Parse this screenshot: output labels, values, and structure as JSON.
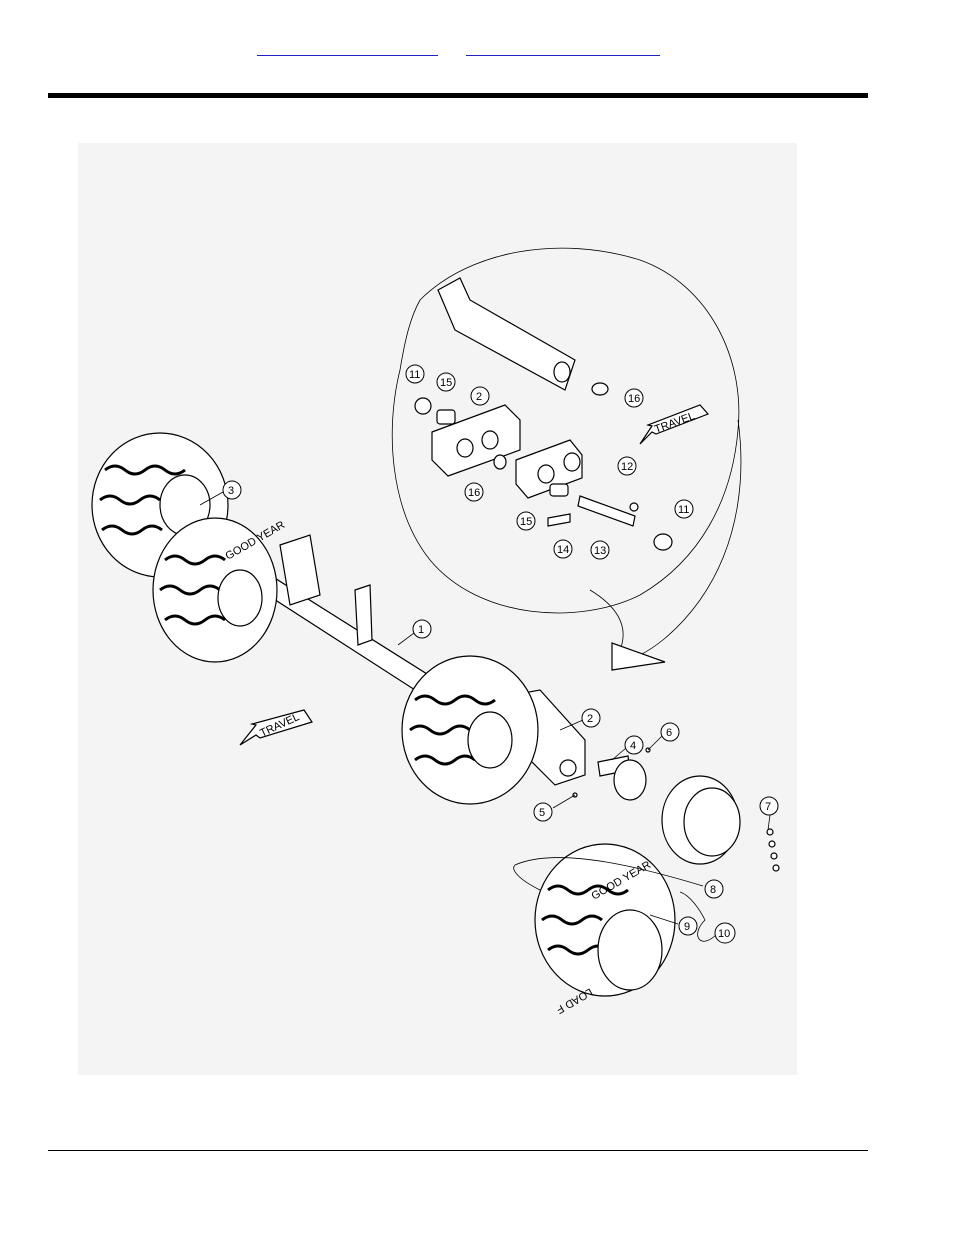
{
  "header": {
    "links": [
      "",
      ""
    ]
  },
  "diagram": {
    "callouts": [
      "1",
      "2",
      "3",
      "4",
      "5",
      "6",
      "7",
      "8",
      "9",
      "10",
      "11",
      "12",
      "13",
      "14",
      "15",
      "16"
    ],
    "detail_callouts": [
      "11",
      "15",
      "2",
      "16",
      "16",
      "12",
      "11",
      "13",
      "14",
      "15"
    ],
    "travel_label": "TRAVEL",
    "tire_brand_text": "GOOD YEAR",
    "tire_sidewall_text": "LOAD F"
  }
}
